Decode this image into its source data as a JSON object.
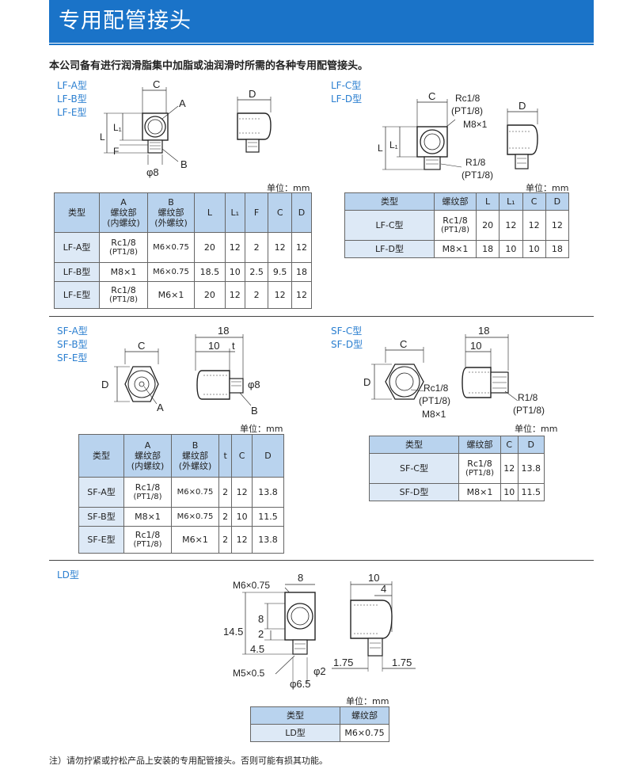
{
  "title": "专用配管接头",
  "intro": "本公司备有进行润滑脂集中加脂或油润滑时所需的各种专用配管接头。",
  "unit_label": "单位：mm",
  "lf_ab_types": [
    "LF-A型",
    "LF-B型",
    "LF-E型"
  ],
  "lf_cd_types": [
    "LF-C型",
    "LF-D型"
  ],
  "sf_ab_types": [
    "SF-A型",
    "SF-B型",
    "SF-E型"
  ],
  "sf_cd_types": [
    "SF-C型",
    "SF-D型"
  ],
  "ld_types": [
    "LD型"
  ],
  "dims": {
    "C": "C",
    "D": "D",
    "A": "A",
    "B": "B",
    "L": "L",
    "L1": "L₁",
    "F": "F",
    "phi8": "φ8",
    "t": "t",
    "n18": "18",
    "n10": "10",
    "n8": "8",
    "n4": "4",
    "n14_5": "14.5",
    "n2": "2",
    "n4_5": "4.5",
    "n1_75": "1.75",
    "phi2": "φ2",
    "phi6_5": "φ6.5",
    "m6": "M6×0.75",
    "m5": "M5×0.5",
    "rc18": "Rc1/8",
    "pt18": "(PT1/8)",
    "m81": "M8×1",
    "r18": "R1/8"
  },
  "lf_ab_table": {
    "headers": [
      "类型",
      "A",
      "螺纹部",
      "(内螺纹)",
      "B",
      "螺纹部",
      "(外螺纹)",
      "L",
      "L₁",
      "F",
      "C",
      "D"
    ],
    "rows": [
      {
        "type": "LF-A型",
        "a1": "Rc1/8",
        "a2": "(PT1/8)",
        "b": "M6×0.75",
        "L": "20",
        "L1": "12",
        "F": "2",
        "C": "12",
        "D": "12"
      },
      {
        "type": "LF-B型",
        "a1": "M8×1",
        "a2": "",
        "b": "M6×0.75",
        "L": "18.5",
        "L1": "10",
        "F": "2.5",
        "C": "9.5",
        "D": "18"
      },
      {
        "type": "LF-E型",
        "a1": "Rc1/8",
        "a2": "(PT1/8)",
        "b": "M6×1",
        "L": "20",
        "L1": "12",
        "F": "2",
        "C": "12",
        "D": "12"
      }
    ]
  },
  "lf_cd_table": {
    "headers": [
      "类型",
      "螺纹部",
      "L",
      "L₁",
      "C",
      "D"
    ],
    "rows": [
      {
        "type": "LF-C型",
        "t1": "Rc1/8",
        "t2": "(PT1/8)",
        "L": "20",
        "L1": "12",
        "C": "12",
        "D": "12"
      },
      {
        "type": "LF-D型",
        "t1": "M8×1",
        "t2": "",
        "L": "18",
        "L1": "10",
        "C": "10",
        "D": "18"
      }
    ]
  },
  "sf_ab_table": {
    "headers": [
      "类型",
      "A",
      "螺纹部",
      "(内螺纹)",
      "B",
      "螺纹部",
      "(外螺纹)",
      "t",
      "C",
      "D"
    ],
    "rows": [
      {
        "type": "SF-A型",
        "a1": "Rc1/8",
        "a2": "(PT1/8)",
        "b": "M6×0.75",
        "t": "2",
        "C": "12",
        "D": "13.8"
      },
      {
        "type": "SF-B型",
        "a1": "M8×1",
        "a2": "",
        "b": "M6×0.75",
        "t": "2",
        "C": "10",
        "D": "11.5"
      },
      {
        "type": "SF-E型",
        "a1": "Rc1/8",
        "a2": "(PT1/8)",
        "b": "M6×1",
        "t": "2",
        "C": "12",
        "D": "13.8"
      }
    ]
  },
  "sf_cd_table": {
    "headers": [
      "类型",
      "螺纹部",
      "C",
      "D"
    ],
    "rows": [
      {
        "type": "SF-C型",
        "t1": "Rc1/8",
        "t2": "(PT1/8)",
        "C": "12",
        "D": "13.8"
      },
      {
        "type": "SF-D型",
        "t1": "M8×1",
        "t2": "",
        "C": "10",
        "D": "11.5"
      }
    ]
  },
  "ld_table": {
    "headers": [
      "类型",
      "螺纹部"
    ],
    "rows": [
      {
        "type": "LD型",
        "thread": "M6×0.75"
      }
    ]
  },
  "note": "注）请勿拧紧或拧松产品上安装的专用配管接头。否则可能有损其功能。"
}
